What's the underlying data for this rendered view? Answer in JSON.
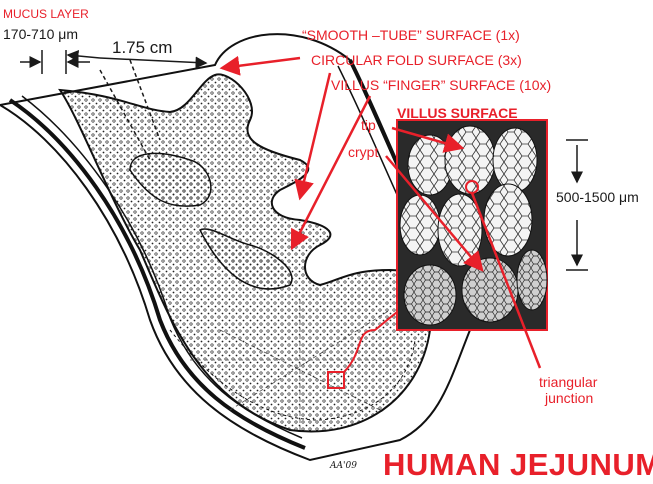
{
  "labels": {
    "mucus_layer": "MUCUS LAYER",
    "mucus_range": "170-710 μm",
    "diameter": "1.75 cm",
    "smooth_tube": "“SMOOTH –TUBE” SURFACE (1x)",
    "circular_fold": "CIRCULAR FOLD SURFACE (3x)",
    "villus_finger": "VILLUS “FINGER” SURFACE (10x)",
    "villus_surface": "VILLUS SURFACE",
    "tip": "tip",
    "crypt": "crypt",
    "villus_height": "500-1500 μm",
    "triangular_line1": "triangular",
    "triangular_line2": "junction",
    "signature": "AA'09",
    "title": "HUMAN JEJUNUM"
  },
  "colors": {
    "annotation": "#e8202a",
    "ink": "#1a1a1a",
    "micrograph_bg": "#2a2a2a"
  }
}
